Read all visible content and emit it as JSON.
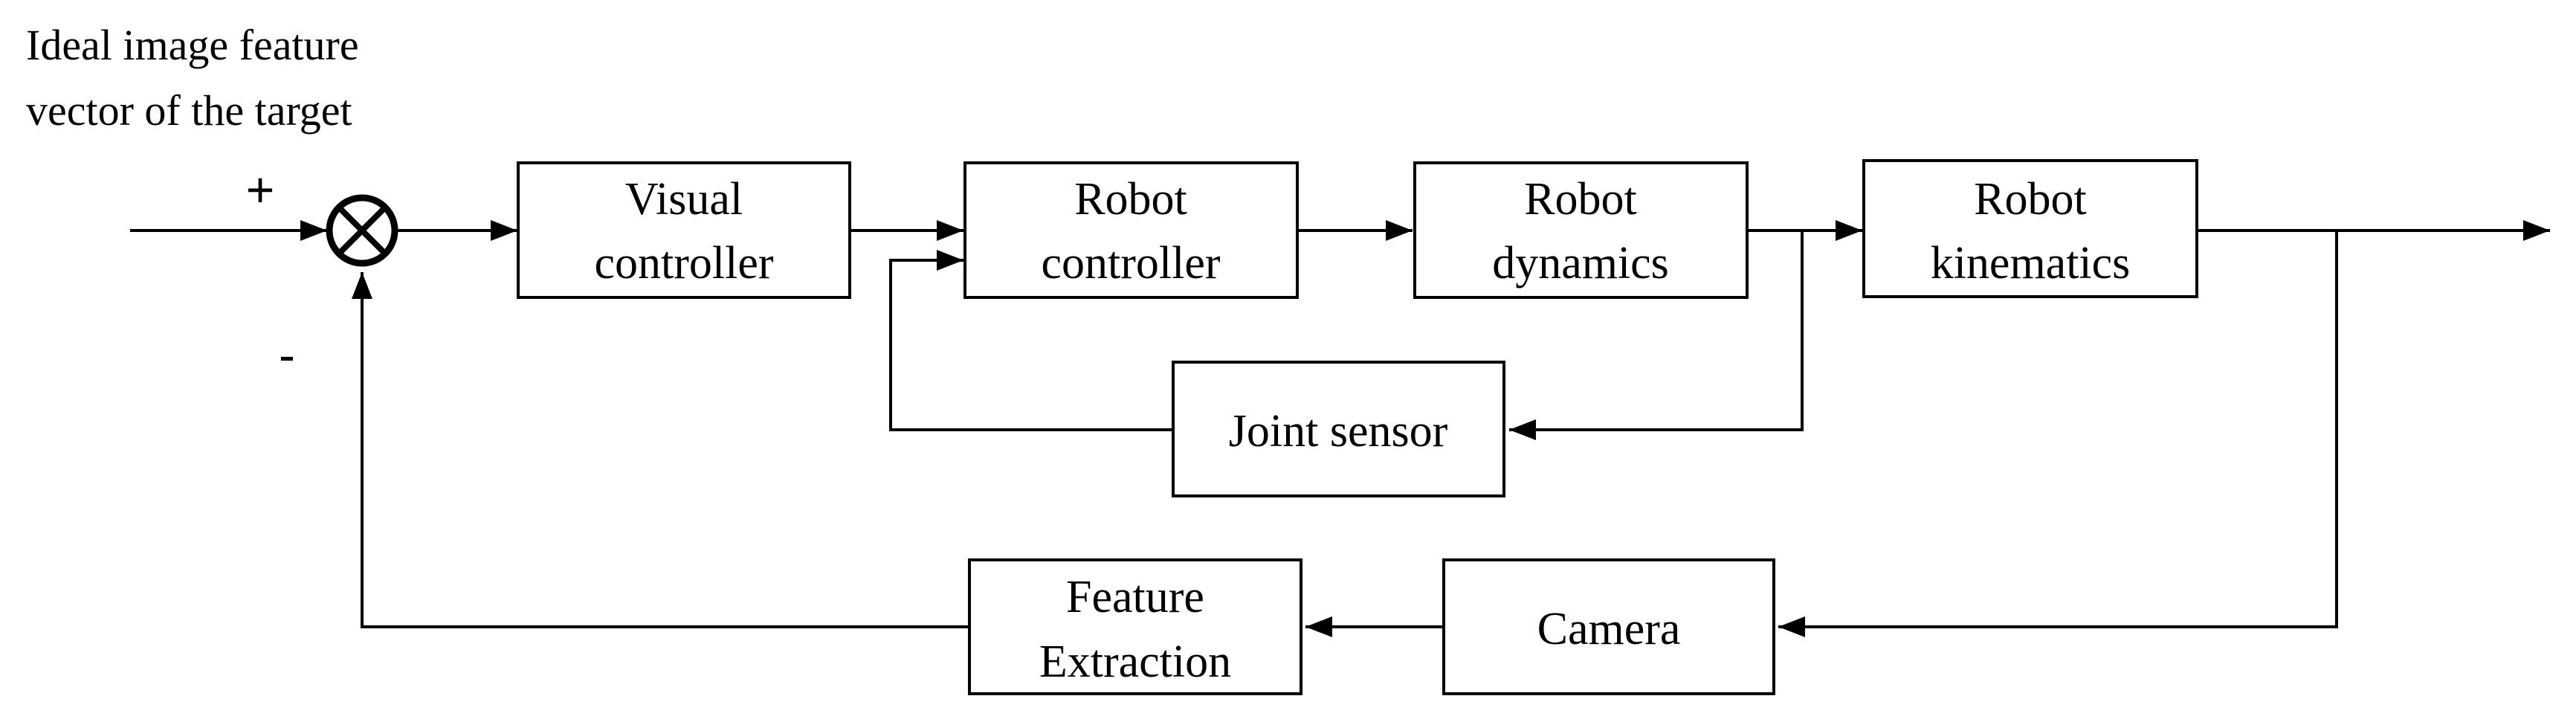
{
  "input_label": {
    "line1": "Ideal image feature",
    "line2": "vector of the target"
  },
  "signs": {
    "plus": "+",
    "minus": "-"
  },
  "blocks": {
    "visual_controller": {
      "line1": "Visual",
      "line2": "controller"
    },
    "robot_controller": {
      "line1": "Robot",
      "line2": "controller"
    },
    "robot_dynamics": {
      "line1": "Robot",
      "line2": "dynamics"
    },
    "robot_kinematics": {
      "line1": "Robot",
      "line2": "kinematics"
    },
    "joint_sensor": {
      "line1": "Joint sensor"
    },
    "camera": {
      "line1": "Camera"
    },
    "feature_extraction": {
      "line1": "Feature",
      "line2": "Extraction"
    }
  }
}
